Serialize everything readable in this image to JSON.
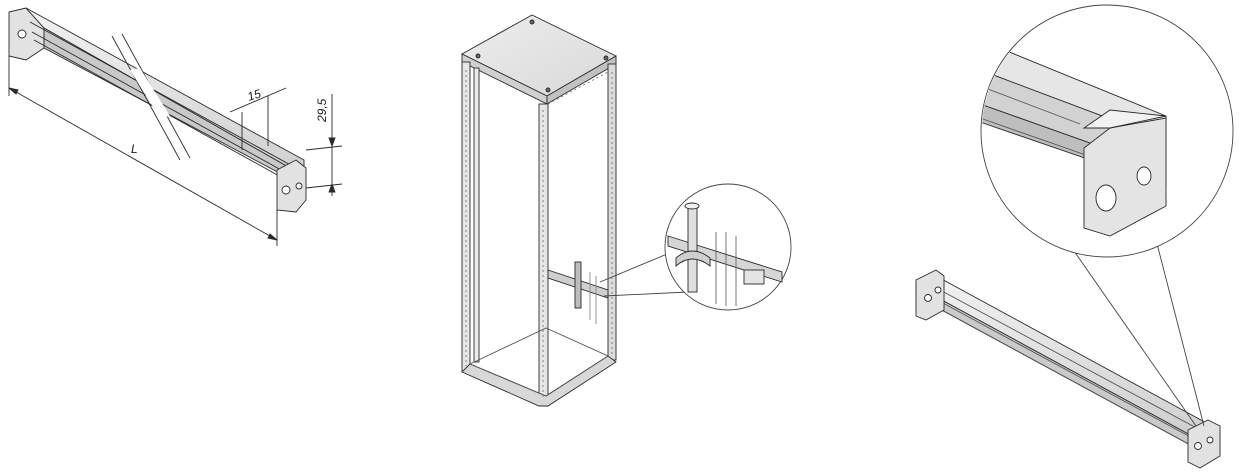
{
  "drawing_1": {
    "dimension_length_label": "L",
    "dimension_width_label": "15",
    "dimension_height_label": "29,5"
  },
  "colors": {
    "background": "#ffffff",
    "line": "#2a2a2a",
    "rail_light": "#ececec",
    "rail_mid": "#d6d6d6",
    "rail_dark": "#b8b8b8",
    "cabinet_face": "#e9e9e9",
    "cabinet_edge": "#cfcfcf"
  }
}
